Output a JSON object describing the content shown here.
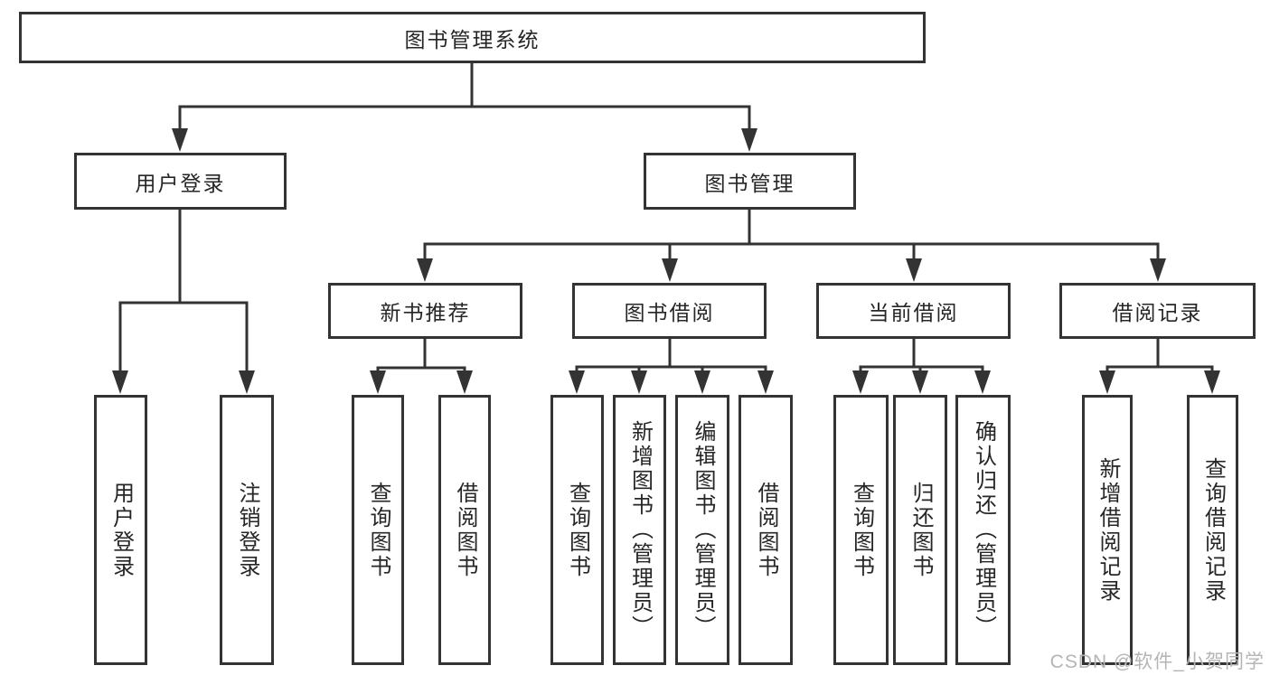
{
  "page": {
    "background_color": "#ffffff"
  },
  "style": {
    "line_color": "#333333",
    "box_border_color": "#333333",
    "text_color": "#262626",
    "watermark_color": "#b5b5b5"
  },
  "diagram": {
    "title": "图书管理系统",
    "branches": [
      {
        "label": "用户登录",
        "children": [
          {
            "label": "用户登录"
          },
          {
            "label": "注销登录"
          }
        ]
      },
      {
        "label": "图书管理",
        "children": [
          {
            "label": "新书推荐",
            "children": [
              {
                "label": "查询图书"
              },
              {
                "label": "借阅图书"
              }
            ]
          },
          {
            "label": "图书借阅",
            "children": [
              {
                "label": "查询图书"
              },
              {
                "label": "新增图书（管理员）"
              },
              {
                "label": "编辑图书（管理员）"
              },
              {
                "label": "借阅图书"
              }
            ]
          },
          {
            "label": "当前借阅",
            "children": [
              {
                "label": "查询图书"
              },
              {
                "label": "归还图书"
              },
              {
                "label": "确认归还（管理员）"
              }
            ]
          },
          {
            "label": "借阅记录",
            "children": [
              {
                "label": "新增借阅记录"
              },
              {
                "label": "查询借阅记录"
              }
            ]
          }
        ]
      }
    ]
  },
  "watermark": {
    "text": "CSDN @软件_小贺同学"
  }
}
